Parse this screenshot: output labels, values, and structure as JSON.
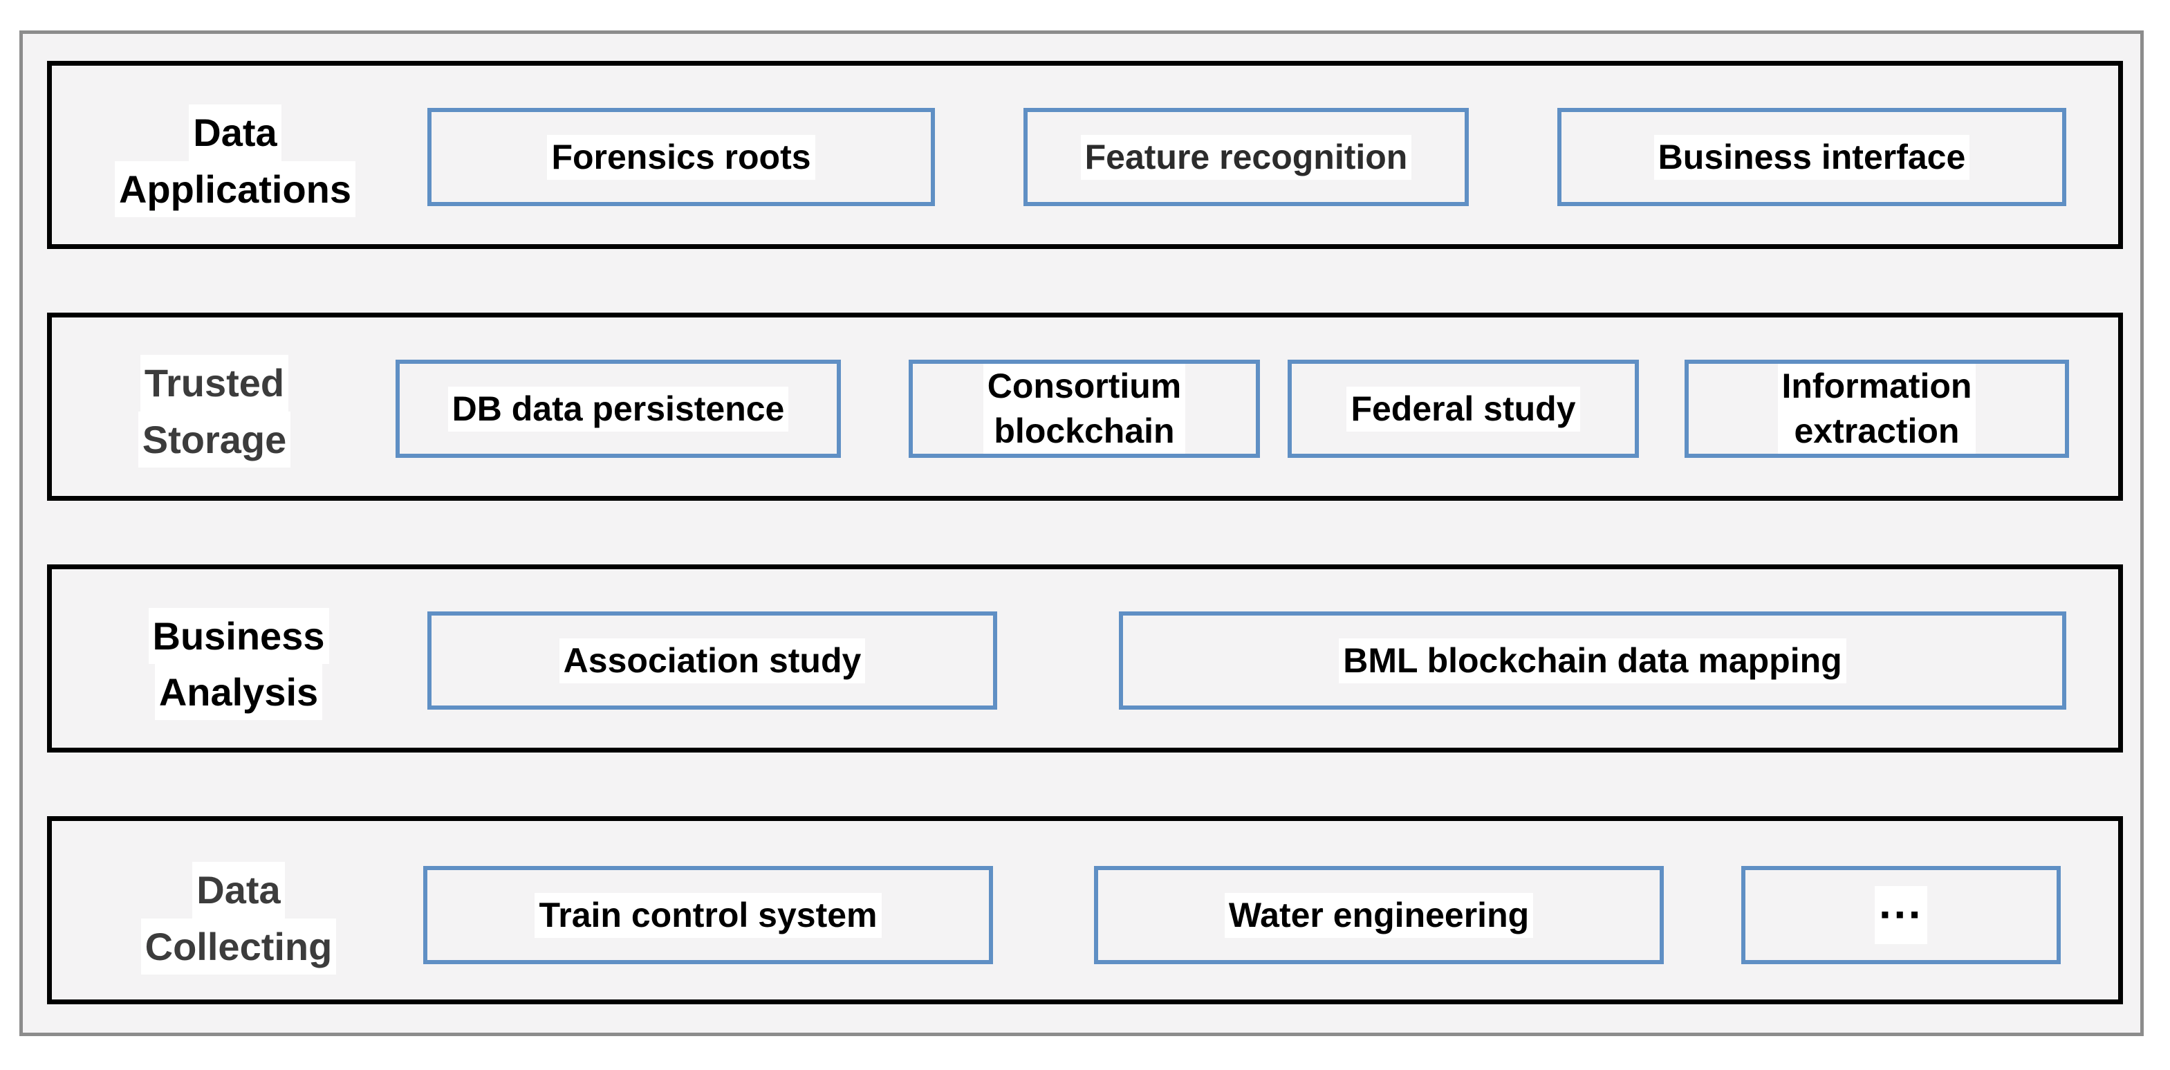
{
  "layers": [
    {
      "label_line1": "Data",
      "label_line2": "Applications",
      "boxes": [
        "Forensics roots",
        "Feature recognition",
        "Business interface"
      ]
    },
    {
      "label_line1": "Trusted",
      "label_line2": "Storage",
      "boxes": [
        "DB data persistence",
        "Consortium\nblockchain",
        "Federal study",
        "Information\nextraction"
      ]
    },
    {
      "label_line1": "Business",
      "label_line2": "Analysis",
      "boxes": [
        "Association study",
        "BML blockchain data mapping"
      ]
    },
    {
      "label_line1": "Data",
      "label_line2": "Collecting",
      "boxes": [
        "Train control system",
        "Water engineering",
        "···"
      ]
    }
  ],
  "colors": {
    "outer_border": "#8c8c8c",
    "layer_border": "#000000",
    "box_border": "#5f8fc4",
    "background": "#f4f3f4"
  }
}
